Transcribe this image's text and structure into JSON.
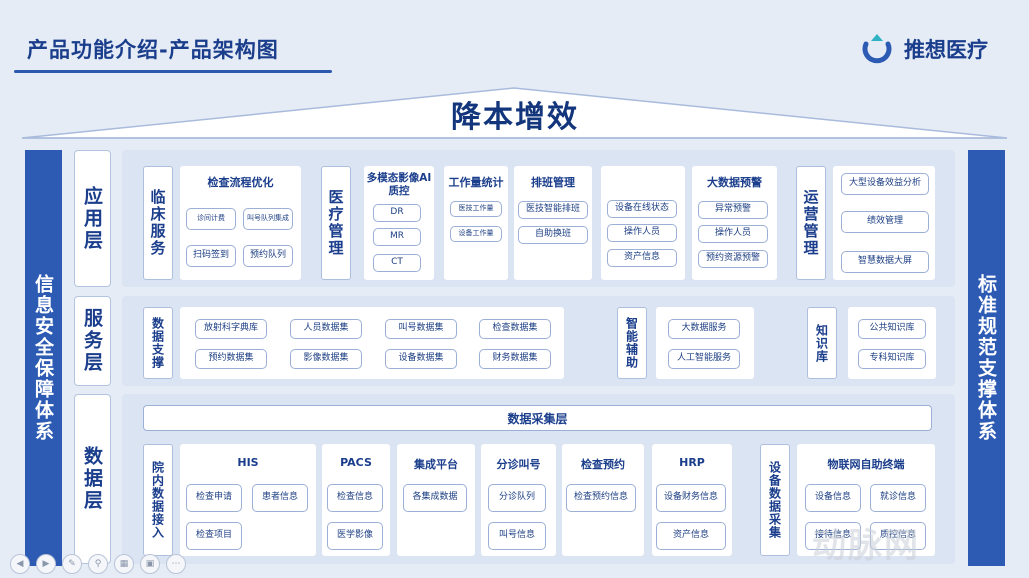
{
  "header": {
    "title": "产品功能介绍-产品架构图",
    "logo_text": "推想医疗"
  },
  "roof": {
    "title": "降本增效"
  },
  "side": {
    "left": "信息安全保障体系",
    "right": "标准规范支撑体系"
  },
  "layers": {
    "application": "应用层",
    "service": "服务层",
    "data": "数据层"
  },
  "application": {
    "clinical": {
      "label": "临床服务",
      "title": "检查流程优化",
      "items": [
        "诊间计费",
        "叫号队列集成",
        "扫码签到",
        "预约队列"
      ]
    },
    "medical": {
      "label": "医疗管理",
      "ai": {
        "title": "多模态影像AI质控",
        "items": [
          "DR",
          "MR",
          "CT"
        ]
      },
      "workload": {
        "title": "工作量统计",
        "items": [
          "医技工作量",
          "设备工作量"
        ]
      },
      "schedule": {
        "title": "排班管理",
        "items": [
          "医技智能排班",
          "自助换班"
        ]
      },
      "device": {
        "items": [
          "设备在线状态",
          "操作人员",
          "资产信息"
        ]
      },
      "warning": {
        "title": "大数据预警",
        "items": [
          "异常预警",
          "操作人员",
          "预约资源预警"
        ]
      }
    },
    "operation": {
      "label": "运营管理",
      "items": [
        "大型设备效益分析",
        "绩效管理",
        "智慧数据大屏"
      ]
    }
  },
  "service": {
    "data_support": {
      "label": "数据支撑",
      "items": [
        "放射科字典库",
        "人员数据集",
        "叫号数据集",
        "检查数据集",
        "预约数据集",
        "影像数据集",
        "设备数据集",
        "财务数据集"
      ]
    },
    "smart": {
      "label": "智能辅助",
      "items": [
        "大数据服务",
        "人工智能服务"
      ]
    },
    "knowledge": {
      "label": "知识库",
      "items": [
        "公共知识库",
        "专科知识库"
      ]
    }
  },
  "data": {
    "collect_bar": "数据采集层",
    "hospital_label": "院内数据接入",
    "his": {
      "title": "HIS",
      "items": [
        "检查申请",
        "患者信息",
        "检查项目"
      ]
    },
    "pacs": {
      "title": "PACS",
      "items": [
        "检查信息",
        "医学影像"
      ]
    },
    "integration": {
      "title": "集成平台",
      "items": [
        "各集成数据"
      ]
    },
    "triage": {
      "title": "分诊叫号",
      "items": [
        "分诊队列",
        "叫号信息"
      ]
    },
    "booking": {
      "title": "检查预约",
      "items": [
        "检查预约信息"
      ]
    },
    "hrp": {
      "title": "HRP",
      "items": [
        "设备财务信息",
        "资产信息"
      ]
    },
    "device_label": "设备数据采集",
    "iot": {
      "title": "物联网自助终端",
      "items": [
        "设备信息",
        "就诊信息",
        "接待信息",
        "质控信息"
      ]
    }
  },
  "watermark": "动脉网",
  "colors": {
    "primary": "#2d5bb4",
    "text": "#1b3e8c",
    "band": "#dbe4f3",
    "background": "#e6ecf6"
  }
}
